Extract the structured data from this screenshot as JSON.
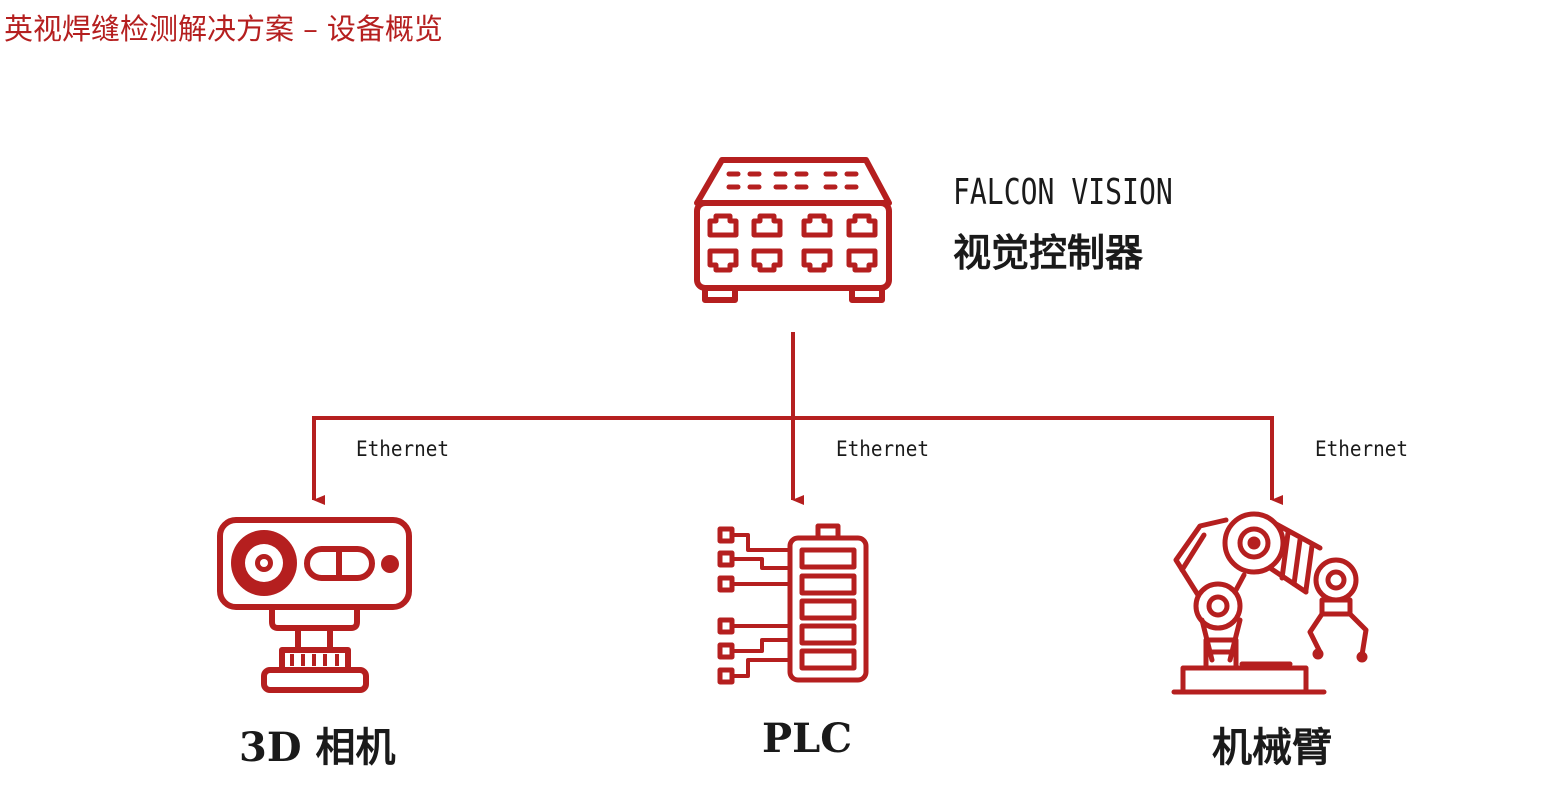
{
  "title": "英视焊缝检测解决方案 – 设备概览",
  "controller": {
    "name": "FALCON VISION",
    "subtitle": "视觉控制器",
    "icon": "network-switch-icon"
  },
  "connection_label": "Ethernet",
  "devices": [
    {
      "label": "3D 相机",
      "icon": "3d-camera-icon",
      "link_label": "Ethernet"
    },
    {
      "label": "PLC",
      "icon": "plc-icon",
      "link_label": "Ethernet"
    },
    {
      "label": "机械臂",
      "icon": "robot-arm-icon",
      "link_label": "Ethernet"
    }
  ],
  "colors": {
    "accent": "#b51f1f",
    "text": "#1a1a1a",
    "background": "#ffffff"
  }
}
